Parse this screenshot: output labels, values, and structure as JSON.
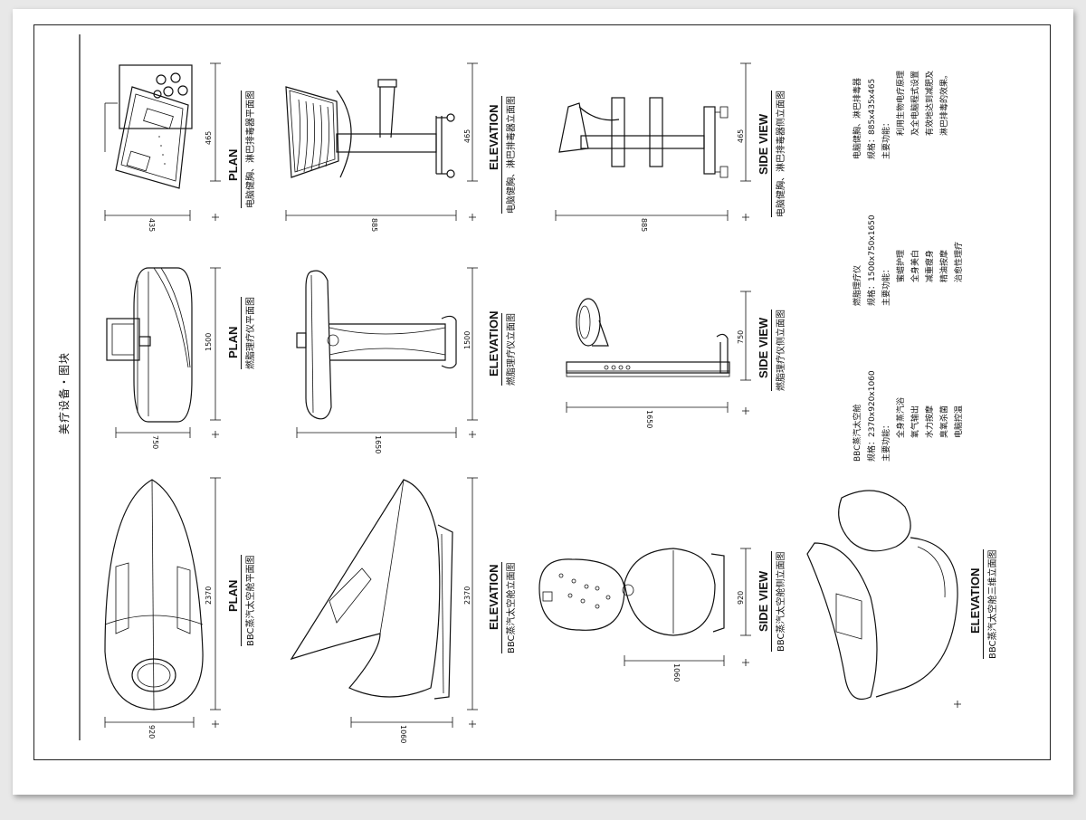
{
  "sheet": {
    "title": "美疗设备・图块"
  },
  "views": {
    "lymph_plan": {
      "heading": "PLAN",
      "subtitle": "电脑健胸、淋巴排毒器平面图"
    },
    "lymph_elevation": {
      "heading": "ELEVATION",
      "subtitle": "电脑健胸、淋巴排毒器立面图"
    },
    "lymph_side": {
      "heading": "SIDE VIEW",
      "subtitle": "电脑健胸、淋巴排毒器侧立面图"
    },
    "fat_plan": {
      "heading": "PLAN",
      "subtitle": "燃脂理疗仪平面图"
    },
    "fat_elevation": {
      "heading": "ELEVATION",
      "subtitle": "燃脂理疗仪立面图"
    },
    "fat_side": {
      "heading": "SIDE VIEW",
      "subtitle": "燃脂理疗仪侧立面图"
    },
    "bbc_plan": {
      "heading": "PLAN",
      "subtitle": "BBC蒸汽太空舱平面图"
    },
    "bbc_elevation": {
      "heading": "ELEVATION",
      "subtitle": "BBC蒸汽太空舱立面图"
    },
    "bbc_side": {
      "heading": "SIDE VIEW",
      "subtitle": "BBC蒸汽太空舱侧立面图"
    },
    "bbc_3d": {
      "heading": "ELEVATION",
      "subtitle": "BBC蒸汽太空舱三维立面图"
    }
  },
  "dimensions": {
    "lymph_plan_w": "435",
    "lymph_plan_h": "465",
    "lymph_elev_w": "885",
    "lymph_elev_h": "465",
    "lymph_side_w": "885",
    "lymph_side_h": "465",
    "fat_plan_w": "750",
    "fat_plan_h": "1500",
    "fat_elev_w": "1650",
    "fat_elev_h": "1500",
    "fat_side_w": "1650",
    "fat_side_h": "750",
    "bbc_plan_w": "920",
    "bbc_plan_h": "2370",
    "bbc_elev_w": "1060",
    "bbc_elev_h": "2370",
    "bbc_side_w": "1060",
    "bbc_side_h": "920"
  },
  "specs": {
    "lymph": {
      "name": "电脑健胸、淋巴排毒器",
      "size": "规格：885x435x465",
      "func": "主要功能：",
      "items": [
        "利用生物电疗原理",
        "及全电脑程式设置",
        "有效地达到减肥及",
        "淋巴排毒的效果。"
      ]
    },
    "fat": {
      "name": "燃脂理疗仪",
      "size": "规格：1500x750x1650",
      "func": "主要功能：",
      "items": [
        "蜜蜡护理",
        "全身美白",
        "减重瘦身",
        "精油按摩",
        "治愈性理疗"
      ]
    },
    "bbc": {
      "name": "BBC蒸汽太空舱",
      "size": "规格：2370x920x1060",
      "func": "主要功能：",
      "items": [
        "全身蒸汽浴",
        "氧气输出",
        "水力按摩",
        "臭氧杀菌",
        "电脑控温"
      ]
    }
  }
}
